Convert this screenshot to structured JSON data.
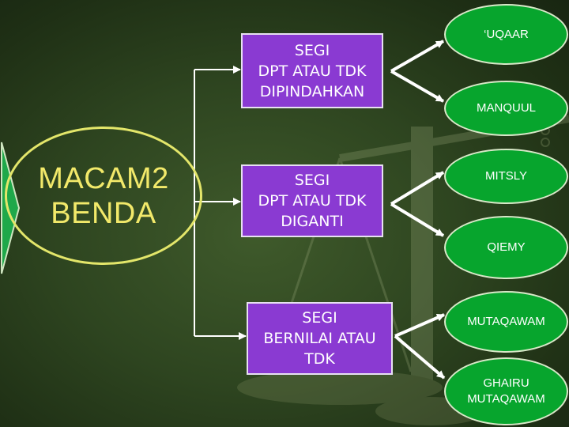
{
  "main": {
    "title": "MACAM2\nBENDA"
  },
  "categories": [
    {
      "label": "SEGI\nDPT ATAU TDK\nDIPINDAHKAN",
      "options": [
        "‘UQAAR",
        "MANQUUL"
      ]
    },
    {
      "label": "SEGI\nDPT ATAU TDK\nDIGANTI",
      "options": [
        "MITSLY",
        "QIEMY"
      ]
    },
    {
      "label": "SEGI\nBERNILAI ATAU\nTDK",
      "options": [
        "MUTAQAWAM",
        "GHAIRU\nMUTAQAWAM"
      ]
    }
  ],
  "colors": {
    "background": "#2e4520",
    "box_fill": "#8a3ad2",
    "oval_fill": "#07a52d",
    "title_text": "#f2e96a",
    "connector": "#ffffff",
    "left_arrow": "#1fa84a"
  }
}
